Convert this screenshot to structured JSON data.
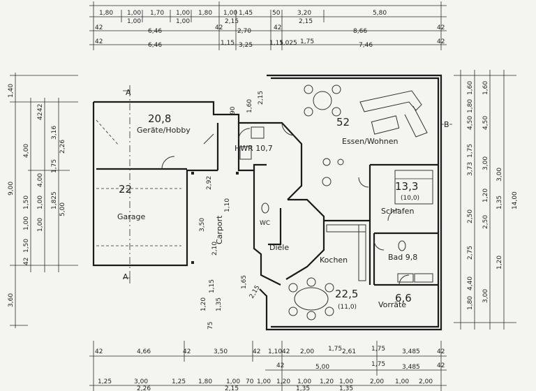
{
  "rooms": {
    "geraete_area": "20,8",
    "geraete_name": "Geräte/Hobby",
    "garage_area": "22",
    "garage_name": "Garage",
    "hwr_name": "HWR 10,7",
    "wohnen_area": "52",
    "wohnen_name": "Essen/Wohnen",
    "schlafen_area": "13,3",
    "schlafen_sub": "(10,0)",
    "schlafen_name": "Schlafen",
    "bad_name": "Bad 9,8",
    "kochen_name": "Kochen",
    "kochen_area": "22,5",
    "kochen_sub": "(11,0)",
    "vorrate_area": "6,6",
    "vorrate_name": "Vorräte",
    "diele_name": "Diele",
    "wc_name": "WC",
    "carport_name": "Carport"
  },
  "sections": {
    "a_top": "A",
    "a_bottom": "A",
    "b": "B"
  },
  "dims": {
    "top_row1": [
      "1,80",
      "1,00",
      "1,70",
      "1,00",
      "1,80",
      "1,00",
      "1,45",
      "50",
      "3,20",
      "5,80"
    ],
    "top_row1_sub": [
      "1,00",
      "1,00",
      "2,15",
      "2,15"
    ],
    "top_row2": [
      "42",
      "6,46",
      "42",
      "2,70",
      "42",
      "8,66",
      "42"
    ],
    "top_row3": [
      "42",
      "6,46",
      "1,15",
      "3,25",
      "1,15",
      "1,025",
      "1,75",
      "7,46",
      "42"
    ],
    "left_outer": [
      "1,40",
      "9,00",
      "3,60"
    ],
    "left_inner": [
      "4,00",
      "1,50",
      "1,00",
      "1,50",
      "42",
      "42"
    ],
    "left_inner2": [
      "42",
      "1,00",
      "3,16",
      "2,26",
      "1,75",
      "1,825",
      "5,00",
      "1,00",
      "4,00"
    ],
    "right_outer": [
      "14,00"
    ],
    "right_inner": [
      "1,60",
      "1,80",
      "4,50",
      "3,73",
      "1,75",
      "2,50",
      "4,40",
      "1,80",
      "2,75",
      "3,00"
    ],
    "right_inner2": [
      "1,60",
      "4,50",
      "3,00",
      "1,20",
      "1,35",
      "2,50",
      "1,20",
      "3,00"
    ],
    "bottom_row1": [
      "42",
      "4,66",
      "42",
      "3,50",
      "42",
      "1,10",
      "42",
      "2,00",
      "1,75",
      "2,61",
      "1,75",
      "3,485",
      "42"
    ],
    "bottom_row2": [
      "42",
      "5,00",
      "1,75",
      "3,485",
      "42"
    ],
    "bottom_row3": [
      "1,25",
      "3,00",
      "1,25",
      "1,80",
      "1,00",
      "70",
      "1,00",
      "1,20",
      "1,00",
      "1,20",
      "1,00",
      "2,00",
      "1,00",
      "2,00"
    ],
    "bottom_row3_sub": [
      "2,26",
      "2,15",
      "1,35",
      "1,35"
    ],
    "carport_dims": [
      "3,50",
      "2,10",
      "1,10",
      "2,92"
    ],
    "hall_dims": [
      "1,65",
      "2,15"
    ],
    "kitchen_dims": [
      "1,20",
      "1,35",
      "1,15",
      "75"
    ],
    "top_small": [
      "90",
      "1,60",
      "2,15"
    ]
  }
}
